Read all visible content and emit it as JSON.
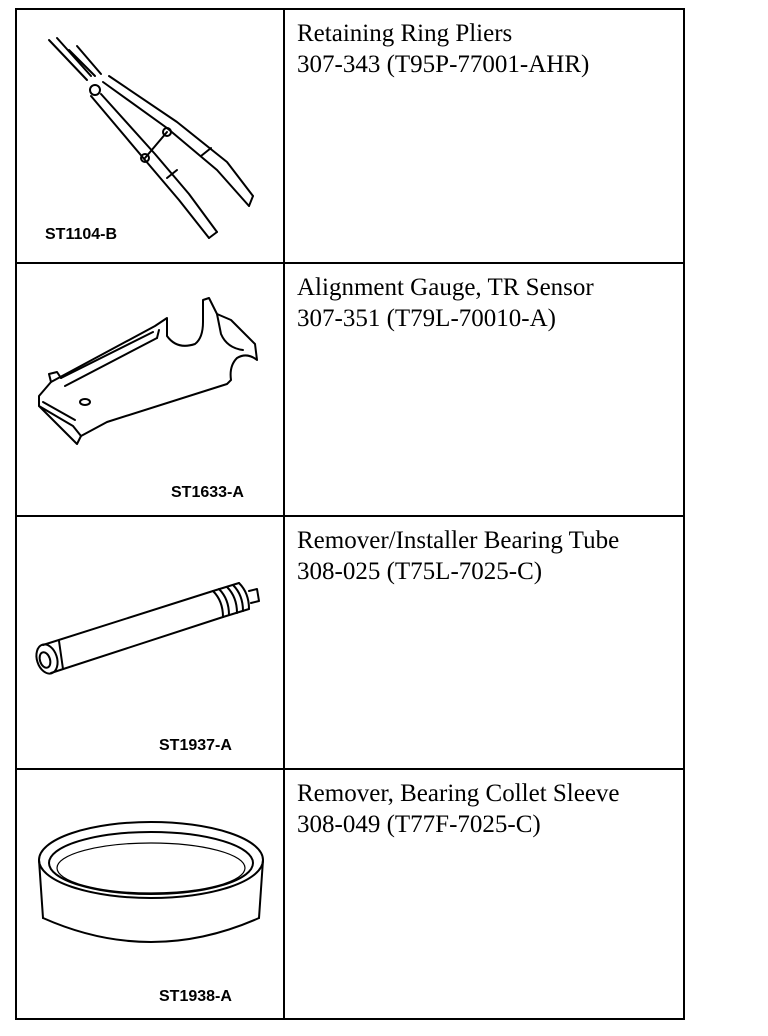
{
  "tools": [
    {
      "name": "Retaining Ring Pliers",
      "number": "307-343 (T95P-77001-AHR)",
      "image_code": "ST1104-B",
      "icon": "retaining-ring-pliers-icon"
    },
    {
      "name": "Alignment Gauge, TR Sensor",
      "number": "307-351 (T79L-70010-A)",
      "image_code": "ST1633-A",
      "icon": "alignment-gauge-icon"
    },
    {
      "name": "Remover/Installer Bearing Tube",
      "number": "308-025 (T75L-7025-C)",
      "image_code": "ST1937-A",
      "icon": "bearing-tube-icon"
    },
    {
      "name": "Remover, Bearing Collet Sleeve",
      "number": "308-049 (T77F-7025-C)",
      "image_code": "ST1938-A",
      "icon": "collet-sleeve-icon"
    }
  ]
}
